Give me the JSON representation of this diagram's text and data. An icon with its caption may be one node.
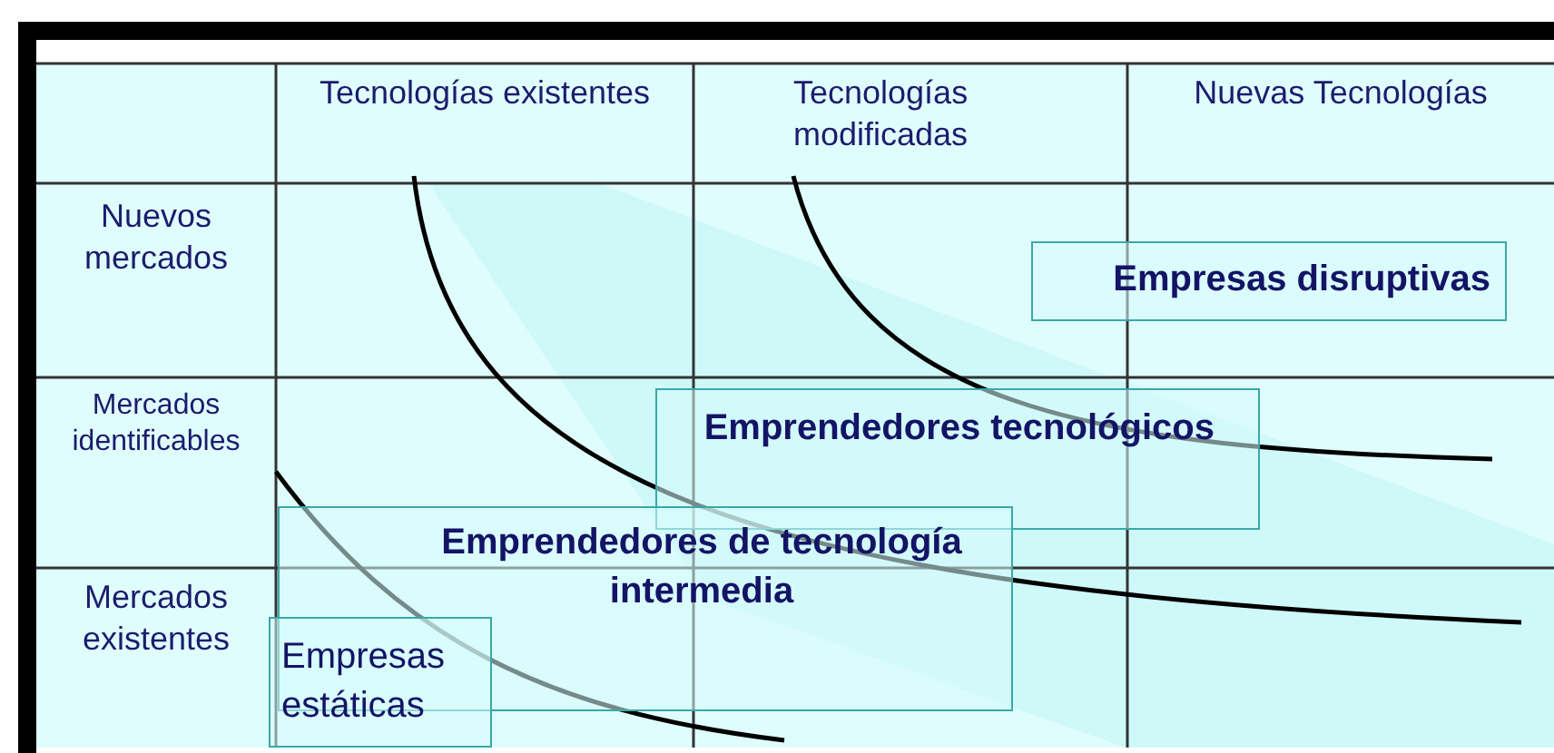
{
  "diagram": {
    "nodes": [
      {
        "text": [
          "Empresas disruptivas"
        ]
      },
      {
        "text": [
          "Emprendedores tecnológicos"
        ]
      },
      {
        "text": [
          "Emprendedores de tecnología intermedia"
        ]
      },
      {
        "text": [
          "Empresas estáticas"
        ]
      }
    ],
    "labels": [
      "Tecnologías existentes",
      "Tecnologías modificadas",
      "Nuevas Tecnologías",
      "Nuevos mercados",
      "Mercados identificables",
      "Mercados existentes"
    ]
  }
}
